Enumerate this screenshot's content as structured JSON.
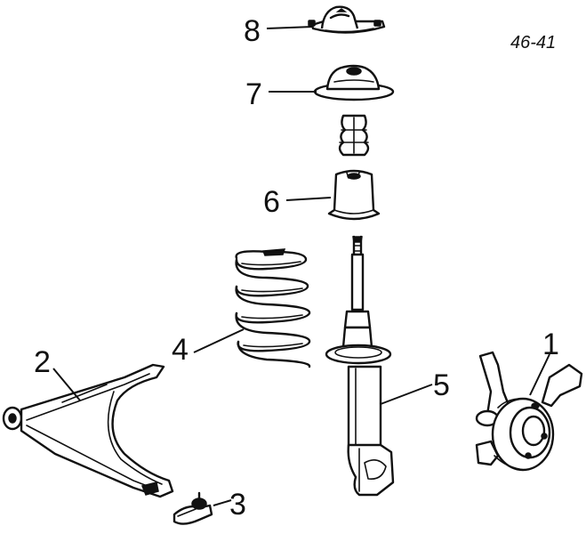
{
  "figure_ref": "46-41",
  "callouts": [
    "1",
    "2",
    "3",
    "4",
    "5",
    "6",
    "7",
    "8"
  ],
  "parts": [
    {
      "icon": "steering-knuckle-hub"
    },
    {
      "icon": "lower-control-arm"
    },
    {
      "icon": "ball-joint"
    },
    {
      "icon": "coil-spring"
    },
    {
      "icon": "strut-damper"
    },
    {
      "icon": "dust-boot"
    },
    {
      "icon": "spring-seat"
    },
    {
      "icon": "top-mount"
    }
  ]
}
